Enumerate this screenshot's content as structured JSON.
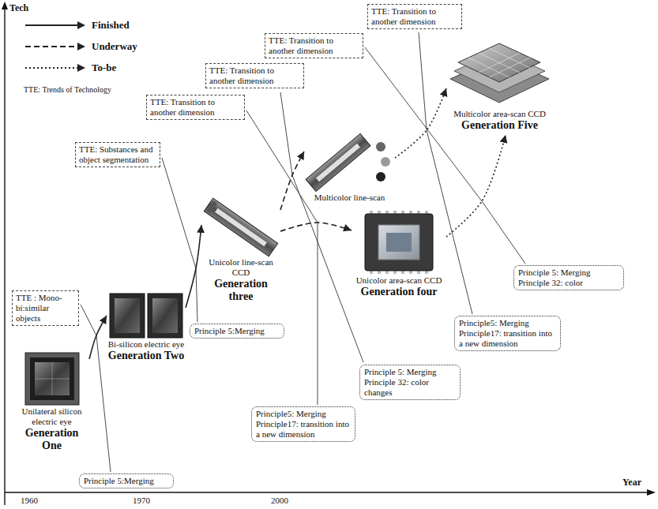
{
  "diagram": {
    "nodes": [
      {
        "text": [
          "Unilateral silicon electric eye",
          "Generation One"
        ]
      },
      {
        "text": [
          "Bi-silicon electric eye",
          "Generation Two"
        ]
      },
      {
        "text": [
          "Unicolor line-scan CCD",
          "Generation three"
        ]
      },
      {
        "text": [
          "Multicolor line-scan"
        ]
      },
      {
        "text": [
          "Unicolor area-scan CCD",
          "Generation four"
        ]
      },
      {
        "text": [
          "Multicolor area-scan CCD",
          "Generation Five"
        ]
      },
      {
        "text": [
          "TTE : Mono-bi:similar objects"
        ]
      },
      {
        "text": [
          "TTE: Substances and object segmentation"
        ]
      },
      {
        "text": [
          "TTE: Transition to another dimension"
        ]
      },
      {
        "text": [
          "TTE: Transition to another dimension"
        ]
      },
      {
        "text": [
          "TTE: Transition to another dimension"
        ]
      },
      {
        "text": [
          "TTE: Transition to another dimension"
        ]
      },
      {
        "text": [
          "Principle 5:Merging"
        ]
      },
      {
        "text": [
          "Principle 5:Merging"
        ]
      },
      {
        "text": [
          "Principle5: Merging",
          "Principle17: transition into a new dimension"
        ]
      },
      {
        "text": [
          "Principle 5: Merging",
          "Principle 32: color changes"
        ]
      },
      {
        "text": [
          "Principle5: Merging",
          "Principle17: transition into a new dimension"
        ]
      },
      {
        "text": [
          "Principle 5: Merging",
          "Principle 32: color"
        ]
      }
    ],
    "edges": [
      {
        "from": 0,
        "to": 1,
        "arrow": "to"
      },
      {
        "from": 1,
        "to": 2,
        "arrow": "to"
      },
      {
        "from": 2,
        "to": 3,
        "arrow": "to"
      },
      {
        "from": 2,
        "to": 4,
        "arrow": "to"
      },
      {
        "from": 3,
        "to": 5,
        "arrow": "to"
      },
      {
        "from": 4,
        "to": 5,
        "arrow": "to"
      }
    ],
    "labels": [
      "Tech",
      "TTE: Trends of Technology",
      "1960",
      "1970",
      "2000",
      "Year"
    ],
    "legend": [
      {
        "text": "Finished"
      },
      {
        "text": "Underway"
      },
      {
        "text": "To-be"
      }
    ]
  }
}
